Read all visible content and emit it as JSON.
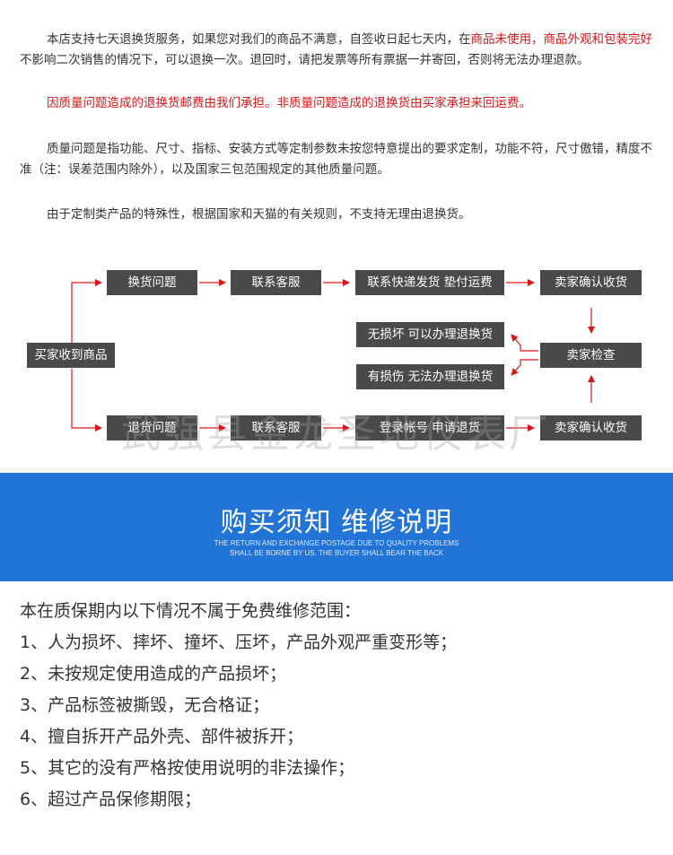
{
  "policy": {
    "p1_normal": "本店支持七天退换货服务，如果您对我们的商品不满意，自签收日起七天内，在",
    "p1_red": "商品未使用，商品外观和包装完好",
    "p1_rest": "不影响二次销售的情况下，可以退换一次。退回时，请把发票等所有票据一并寄回，否则将无法办理退款。",
    "p2": "因质量问题造成的退换货邮费由我们承担。非质量问题造成的退换货由买家承担来回运费。",
    "p3": "质量问题是指功能、尺寸、指标、安装方式等定制参数未按您特意提出的要求定制，功能不符，尺寸傲错，精度不准（注：误差范围内除外），以及国家三包范围规定的其他质量问题。",
    "p4": "由于定制类产品的特殊性，根据国家和天猫的有关规则，不支持无理由退换货。"
  },
  "flow": {
    "start": "买家收到商品",
    "exchange": {
      "step1": "换货问题",
      "step2": "联系客服",
      "step3": "联系快递发货 垫付运费",
      "step4": "卖家确认收货"
    },
    "inspect": "卖家检查",
    "ok": "无损坏 可以办理退换货",
    "damaged": "有损伤 无法办理退换货",
    "return": {
      "step1": "退货问题",
      "step2": "联系客服",
      "step3": "登录帐号 申请退货",
      "step4": "卖家确认收货"
    },
    "arrow_color": "#d9161a",
    "box_color": "#4a4a4a"
  },
  "watermark": "武强县金龙圣地仪表厂",
  "banner": {
    "title": "购买须知 维修说明",
    "subtitle_line1": "THE RETURN AND EXCHANGE POSTAGE DUE TO QUALITY PROBLEMS",
    "subtitle_line2": "SHALL BE BORNE BY US. THE BUYER SHALL BEAR THE BACK",
    "color": "#2274d6"
  },
  "repair": {
    "heading": "本在质保期内以下情况不属于免费维修范围：",
    "items": [
      "1、人为损坏、摔坏、撞坏、压坏，产品外观严重变形等；",
      "2、未按规定使用造成的产品损坏；",
      "3、产品标签被撕毁，无合格证；",
      "4、擅自拆开产品外壳、部件被拆开；",
      "5、其它的没有严格按使用说明的非法操作；",
      "6、超过产品保修期限；"
    ]
  }
}
